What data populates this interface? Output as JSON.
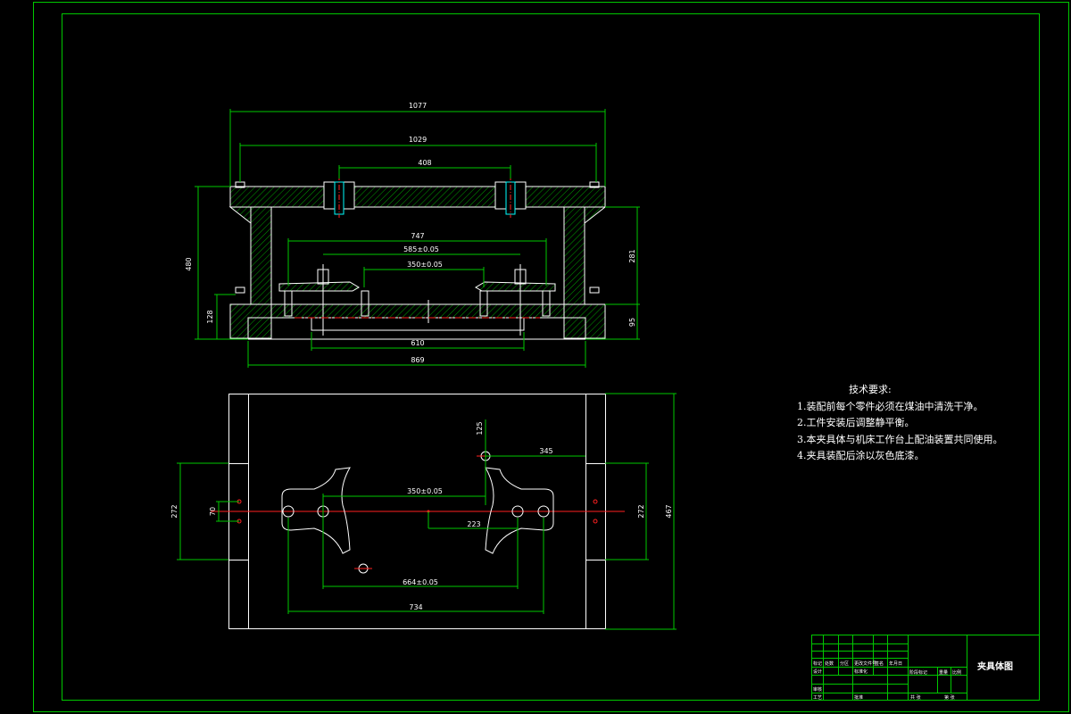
{
  "colors": {
    "background": "#000000",
    "frame": "#00c800",
    "outline": "#ffffff",
    "dimension": "#00c800",
    "centerline": "#ff2020",
    "hatch": "#00a000",
    "accent": "#00ffff"
  },
  "front_view": {
    "dimensions": {
      "overall_top": "1077",
      "bolt_span": "1029",
      "bushing_span": "408",
      "inner_span": "747",
      "pin_span": "585±0.05",
      "center_span": "350±0.05",
      "base_inner": "610",
      "base_outer": "869",
      "left_height": "480",
      "left_lower": "128",
      "right_height": "281",
      "right_lower": "95"
    }
  },
  "plan_view": {
    "dimensions": {
      "hole_offset_vertical": "125",
      "hole_offset_horizontal": "345",
      "arm_span": "350±0.05",
      "center_offset": "223",
      "pin_span": "664±0.05",
      "inner_span": "734",
      "left_width": "272",
      "left_small": "70",
      "right_width": "272",
      "right_overall": "467"
    }
  },
  "technical_requirements": {
    "title": "技术要求:",
    "items": [
      "1.装配前每个零件必须在煤油中清洗干净。",
      "2.工件安装后调整静平衡。",
      "3.本夹具体与机床工作台上配油装置共同使用。",
      "4.夹具装配后涂以灰色底漆。"
    ]
  },
  "title_block": {
    "drawing_name": "夹具体图",
    "row_labels": [
      "标记",
      "处数",
      "分区",
      "更改文件号",
      "签名",
      "年月日"
    ],
    "designer_label": "设计",
    "standard_label": "标准化",
    "check_label": "审核",
    "process_label": "工艺",
    "approve_label": "批准",
    "stage_label": "阶段标记",
    "weight_label": "重量",
    "scale_label": "比例",
    "sheet_total": "共 张",
    "sheet_no": "第 张"
  }
}
